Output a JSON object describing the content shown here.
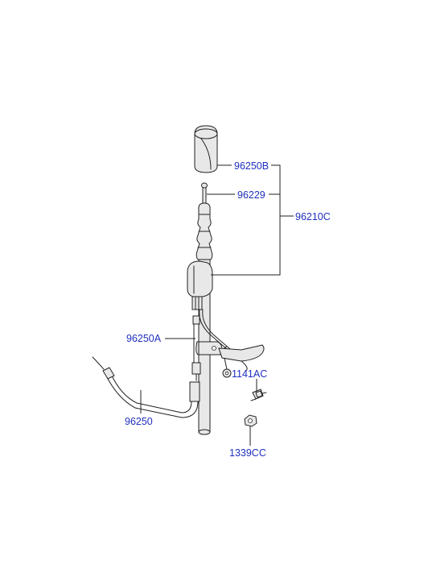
{
  "callouts": {
    "grip_cover": "96250B",
    "mast_cap": "96229",
    "antenna_assy": "96210C",
    "cable_extension": "96250A",
    "feeder_cable": "96250",
    "bolt": "1141AC",
    "nut": "1339CC"
  }
}
